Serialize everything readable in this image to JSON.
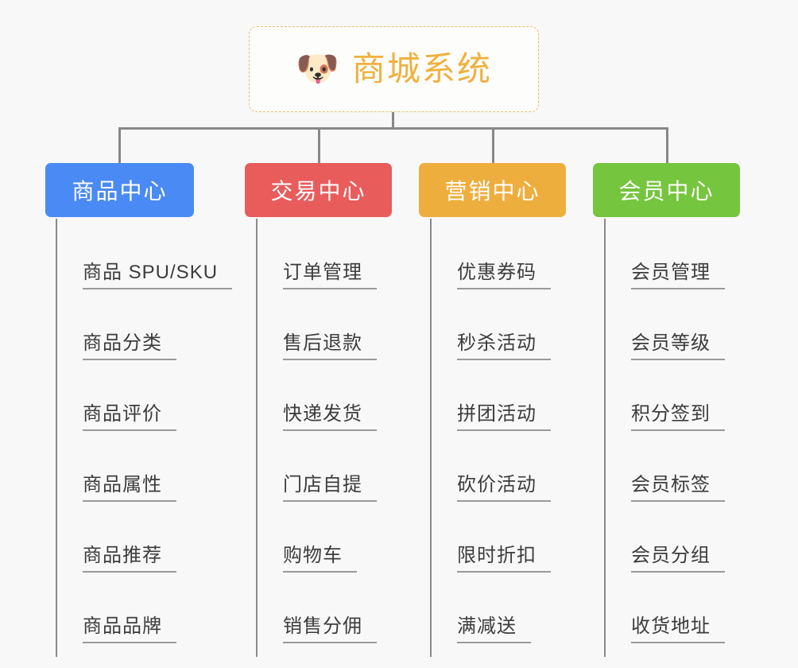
{
  "page": {
    "background_color": "#f8f8f8",
    "connector_color": "#888888",
    "leaf_text_color": "#3c3c3c",
    "leaf_rule_color": "#9a9a9a"
  },
  "root": {
    "icon": "dog-face-emoji",
    "icon_glyph": "🐶",
    "title": "商城系统",
    "text_color": "#efb13e",
    "border_color": "#e8bd6d",
    "background": "#fdfdfc"
  },
  "branches": [
    {
      "id": "product-center",
      "label": "商品中心",
      "color": "#4a8af4",
      "items": [
        "商品 SPU/SKU",
        "商品分类",
        "商品评价",
        "商品属性",
        "商品推荐",
        "商品品牌"
      ]
    },
    {
      "id": "trade-center",
      "label": "交易中心",
      "color": "#e95c5c",
      "items": [
        "订单管理",
        "售后退款",
        "快递发货",
        "门店自提",
        "购物车",
        "销售分佣"
      ]
    },
    {
      "id": "marketing-center",
      "label": "营销中心",
      "color": "#eeae3e",
      "items": [
        "优惠券码",
        "秒杀活动",
        "拼团活动",
        "砍价活动",
        "限时折扣",
        "满减送"
      ]
    },
    {
      "id": "member-center",
      "label": "会员中心",
      "color": "#76c53e",
      "items": [
        "会员管理",
        "会员等级",
        "积分签到",
        "会员标签",
        "会员分组",
        "收货地址"
      ]
    }
  ]
}
